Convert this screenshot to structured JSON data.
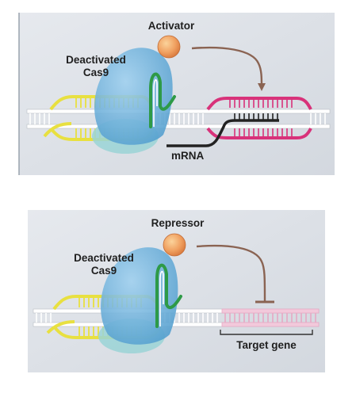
{
  "panels": [
    {
      "id": "activation",
      "effector_label": "Activator",
      "cas9_label_line1": "Deactivated",
      "cas9_label_line2": "Cas9",
      "product_label": "mRNA"
    },
    {
      "id": "repression",
      "effector_label": "Repressor",
      "cas9_label_line1": "Deactivated",
      "cas9_label_line2": "Cas9",
      "target_label": "Target gene"
    }
  ],
  "colors": {
    "panel_bg": "#dfe3e9",
    "effector": "#f0a060",
    "cas9_body": "#6fb4dc",
    "cas9_lobe": "#9ad4d6",
    "guide_rna": "#2e9a47",
    "target_dna_yellow": "#e8e040",
    "activated_gene": "#d8327a",
    "repressed_gene": "#e6a8c4",
    "mrna": "#222222",
    "arrow": "#8a6352"
  }
}
